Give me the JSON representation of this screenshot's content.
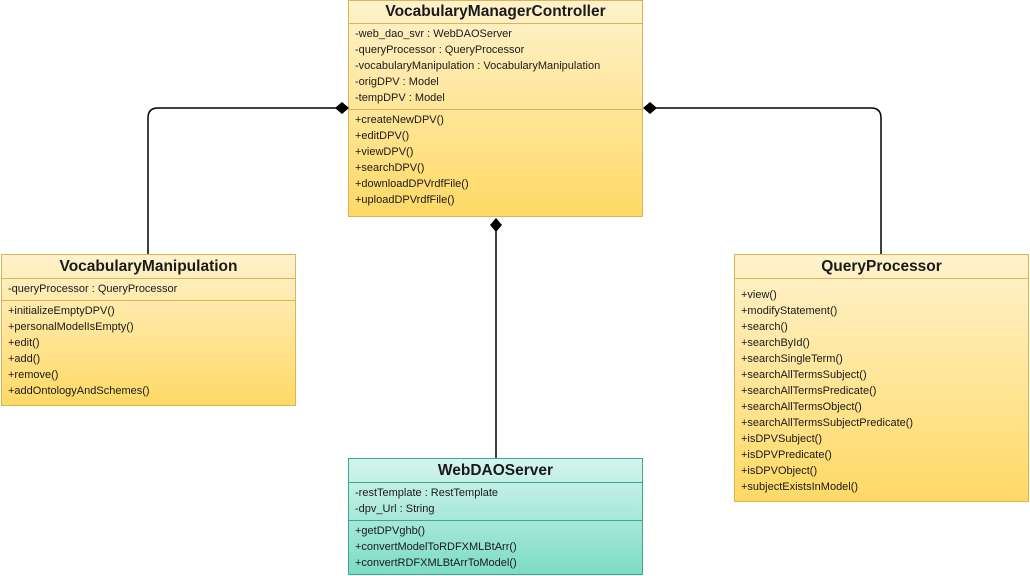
{
  "classes": {
    "vocabulary_manager_controller": {
      "name": "VocabularyManagerController",
      "attributes": [
        "-web_dao_svr : WebDAOServer",
        "-queryProcessor : QueryProcessor",
        "-vocabularyManipulation : VocabularyManipulation",
        "-origDPV : Model",
        "-tempDPV : Model"
      ],
      "methods": [
        "+createNewDPV()",
        "+editDPV()",
        "+viewDPV()",
        "+searchDPV()",
        "+downloadDPVrdfFile()",
        "+uploadDPVrdfFile()"
      ]
    },
    "vocabulary_manipulation": {
      "name": "VocabularyManipulation",
      "attributes": [
        "-queryProcessor : QueryProcessor"
      ],
      "methods": [
        "+initializeEmptyDPV()",
        "+personalModelIsEmpty()",
        "+edit()",
        "+add()",
        "+remove()",
        "+addOntologyAndSchemes()"
      ]
    },
    "query_processor": {
      "name": "QueryProcessor",
      "attributes": [],
      "methods": [
        "+view()",
        "+modifyStatement()",
        "+search()",
        "+searchById()",
        "+searchSingleTerm()",
        "+searchAllTermsSubject()",
        "+searchAllTermsPredicate()",
        "+searchAllTermsObject()",
        "+searchAllTermsSubjectPredicate()",
        "+isDPVSubject()",
        "+isDPVPredicate()",
        "+isDPVObject()",
        "+subjectExistsInModel()"
      ]
    },
    "web_dao_server": {
      "name": "WebDAOServer",
      "attributes": [
        "-restTemplate : RestTemplate",
        "-dpv_Url : String"
      ],
      "methods": [
        "+getDPVghb()",
        "+convertModelToRDFXMLBtArr()",
        "+convertRDFXMLBtArrToModel()"
      ]
    }
  },
  "colors": {
    "class_fill_top": "#fff2cc",
    "class_fill_bottom": "#ffd966",
    "class_border": "#d6b656",
    "server_fill_top": "#d5f5ee",
    "server_fill_bottom": "#7ddcc4",
    "server_border": "#3aa88f",
    "connector": "#000000"
  }
}
